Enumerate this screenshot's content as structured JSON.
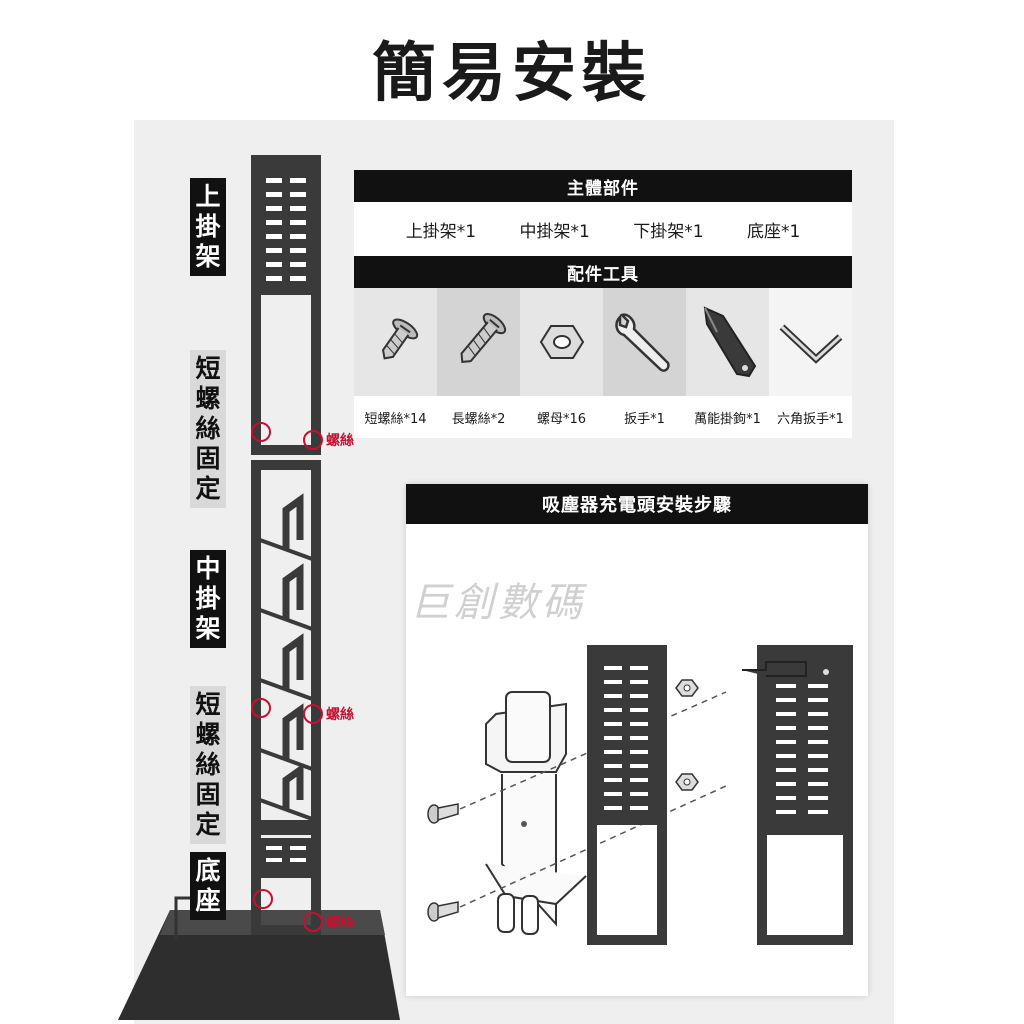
{
  "title": "簡易安裝",
  "labels": {
    "upper": "上掛架",
    "short_fix_1": "短螺絲固定",
    "middle": "中掛架",
    "short_fix_2": "短螺絲固定",
    "base": "底座"
  },
  "screw_tag": "螺絲",
  "main_parts": {
    "header": "主體部件",
    "items": [
      "上掛架*1",
      "中掛架*1",
      "下掛架*1",
      "底座*1"
    ]
  },
  "accessories": {
    "header": "配件工具",
    "items": [
      {
        "label": "短螺絲*14",
        "icon": "short-screw-icon"
      },
      {
        "label": "長螺絲*2",
        "icon": "long-screw-icon"
      },
      {
        "label": "螺母*16",
        "icon": "nut-icon"
      },
      {
        "label": "扳手*1",
        "icon": "wrench-icon"
      },
      {
        "label": "萬能掛鉤*1",
        "icon": "universal-hook-icon"
      },
      {
        "label": "六角扳手*1",
        "icon": "hex-key-icon"
      }
    ]
  },
  "steps": {
    "header": "吸塵器充電頭安裝步驟"
  },
  "watermark": "巨創數碼",
  "colors": {
    "accent": "#c8102e",
    "frame": "#3a3a3a",
    "bar": "#111111"
  }
}
